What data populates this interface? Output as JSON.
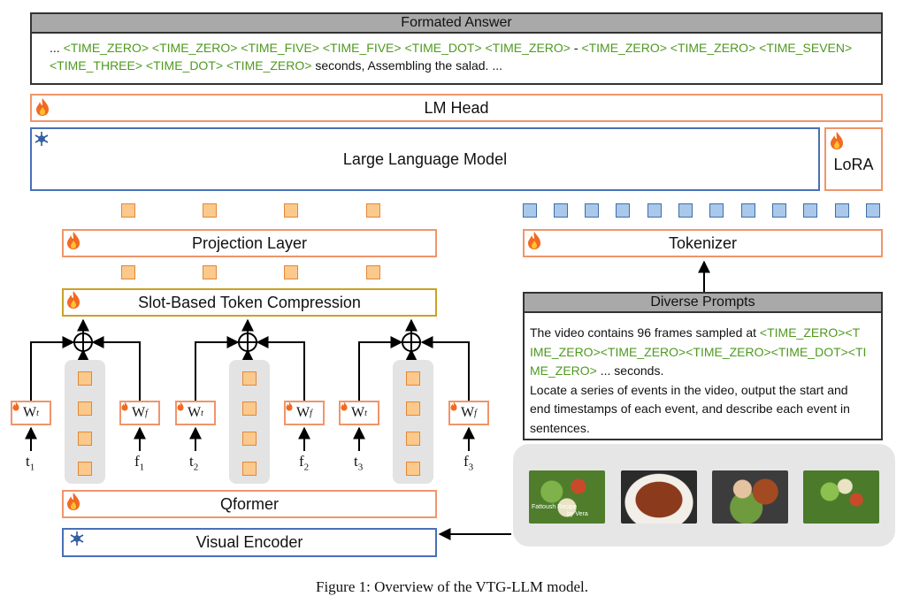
{
  "formatted_answer": {
    "title": "Formated Answer",
    "line1_prefix": "...",
    "line1_tokens": [
      "<TIME_ZERO>",
      "<TIME_ZERO>",
      "<TIME_FIVE>",
      "<TIME_FIVE>",
      "<TIME_DOT>",
      "<TIME_ZERO>"
    ],
    "dash": "-",
    "line1_tokens2": [
      "<TIME_ZERO>",
      "<TIME_ZERO>",
      "<TIME_SEVEN>"
    ],
    "line2_tokens": [
      "<TIME_THREE>",
      "<TIME_DOT>",
      "<TIME_ZERO>"
    ],
    "line2_suffix": "seconds, Assembling the salad.  ..."
  },
  "lm_head": {
    "label": "LM Head"
  },
  "llm": {
    "label": "Large Language Model"
  },
  "lora": {
    "label": "LoRA"
  },
  "projection": {
    "label": "Projection Layer"
  },
  "slot": {
    "label": "Slot-Based Token Compression"
  },
  "tokenizer": {
    "label": "Tokenizer"
  },
  "prompts": {
    "title": "Diverse Prompts",
    "p1_a": "The video contains 96 frames sampled at ",
    "p1_tok1": "<TIME_ZERO><T",
    "p1_tok2": "IME_ZERO><TIME_ZERO><TIME_ZERO><TIME_DOT><TI",
    "p1_tok3": "ME_ZERO>",
    "p1_b": " ... seconds.",
    "p2_l1": "Locate a series of events in the video, output the start and",
    "p2_l2": "end timestamps of each event, and describe each event in",
    "p2_l3": "sentences."
  },
  "qformer": {
    "label": "Qformer"
  },
  "visual_encoder": {
    "label": "Visual Encoder"
  },
  "weights": {
    "wt": "W",
    "wt_sub": "t",
    "wf": "W",
    "wf_sub": "f"
  },
  "times": [
    "t",
    "t",
    "t"
  ],
  "time_subs": [
    "1",
    "2",
    "3"
  ],
  "frames": [
    "f",
    "f",
    "f"
  ],
  "frame_subs": [
    "1",
    "2",
    "3"
  ],
  "thumb_caption": {
    "line1": "Fattoush Recipe",
    "line2": "by Vera"
  },
  "caption": "Figure 1: Overview of the VTG-LLM model.",
  "colors": {
    "orange_border": "#f0956b",
    "blue_border": "#4a6fb5",
    "gold_border": "#c9a227",
    "token_green": "#4e9a1f"
  }
}
